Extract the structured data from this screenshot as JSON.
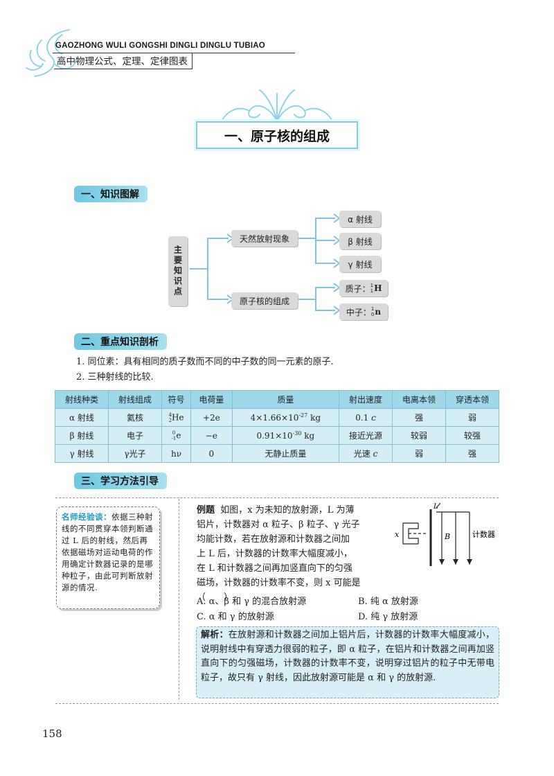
{
  "header": {
    "pinyin": "GAOZHONG WULI GONGSHI DINGLI DINGLU TUBIAO",
    "book_title": "高中物理公式、定理、定律图表"
  },
  "chapter_title": "一、原子核的组成",
  "sections": {
    "s1": "一、知识图解",
    "s2": "二、重点知识剖析",
    "s3": "三、学习方法引导"
  },
  "concept_map": {
    "root": "主要知识点",
    "branch1": "天然放射现象",
    "branch2": "原子核的组成",
    "alpha": "α 射线",
    "beta": "β 射线",
    "gamma": "γ 射线",
    "proton_label": "质子：",
    "proton_sym": "H",
    "proton_sup": "1",
    "proton_sub": "1",
    "neutron_label": "中子：",
    "neutron_sym": "n",
    "neutron_sup": "1",
    "neutron_sub": "0"
  },
  "points": [
    "1. 同位素：具有相同的质子数而不同的中子数的同一元素的原子.",
    "2. 三种射线的比较."
  ],
  "table": {
    "headers": [
      "射线种类",
      "射线组成",
      "符号",
      "电荷量",
      "质量",
      "射出速度",
      "电离本领",
      "穿透本领"
    ],
    "rows": [
      {
        "kind": "α 射线",
        "comp": "氦核",
        "sym": "He",
        "sym_sup": "4",
        "sym_sub": "2",
        "charge": "+2e",
        "mass": "4×1.66×10",
        "mass_exp": "-27",
        "mass_unit": " kg",
        "speed": "0.1 ",
        "speed_c": "c",
        "ion": "强",
        "pen": "弱"
      },
      {
        "kind": "β 射线",
        "comp": "电子",
        "sym": "e",
        "sym_sup": "0",
        "sym_sub": "-1",
        "charge": "−e",
        "mass": "0.91×10",
        "mass_exp": "-30",
        "mass_unit": " kg",
        "speed": "接近光源",
        "speed_c": "",
        "ion": "较弱",
        "pen": "较强"
      },
      {
        "kind": "γ 射线",
        "comp": "γ光子",
        "sym": "hν",
        "sym_sup": "",
        "sym_sub": "",
        "charge": "0",
        "mass": "无静止质量",
        "mass_exp": "",
        "mass_unit": "",
        "speed": "光速 ",
        "speed_c": "c",
        "ion": "弱",
        "pen": "强"
      }
    ]
  },
  "tip": {
    "label": "名师经验谈：",
    "text": "依据三种射线的不同贯穿本领判断通过 L 后的射线，然后再依据磁场对运动电荷的作用确定计数器记录的是哪种粒子，由此可判断放射源的情况."
  },
  "example": {
    "label": "例题",
    "lines": [
      "如图，x 为未知的放射源，L 为薄",
      "铝片，计数器对 α 粒子、β 粒子、γ 光子",
      "均能计数，若在放射源和计数器之间加",
      "上 L 后，计数器的计数率大幅度减小，",
      "在 L 和计数器之间再加竖直向下的匀强",
      "磁场，计数器的计数率不变，则 x 可能是（　　）"
    ],
    "options": {
      "A": "A. α、β 和 γ 的混合放射源",
      "B": "B. 纯 α 放射源",
      "C": "C. α 和 γ 的放射源",
      "D": "D. 纯 γ 放射源"
    },
    "figure": {
      "source": "x",
      "plate": "L",
      "field": "B",
      "counter": "计数器"
    }
  },
  "analysis": {
    "label": "解析：",
    "text": "在放射源和计数器之间加上铝片后，计数器的计数率大幅度减小，说明射线中有穿透力很弱的粒子，即 α 粒子，在铝片和计数器之间再加竖直向下的匀强磁场，计数器的计数率不变，说明穿过铝片的粒子中无带电粒子，故只有 γ 射线，因此放射源可能是 α 和 γ 的放射源."
  },
  "page_number": "158",
  "colors": {
    "accent": "#6ec8e0",
    "table_head": "#9fd8e8",
    "table_cell": "#d4eef6",
    "analysis_bg": "#d8eff7"
  }
}
